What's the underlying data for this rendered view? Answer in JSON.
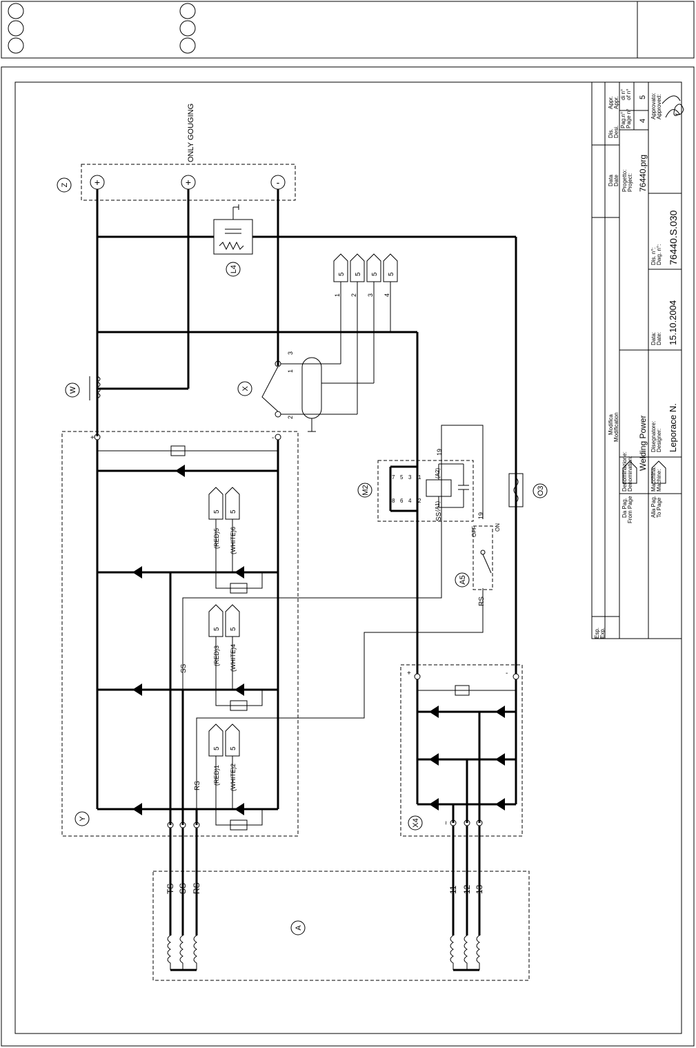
{
  "header": {
    "note": ""
  },
  "labels": {
    "only_gouging": "ONLY GOUGING",
    "z": "Z",
    "w": "W",
    "x": "X",
    "y": "Y",
    "l4": "L4",
    "m2": "M2",
    "a5": "A5",
    "o3": "O3",
    "x4": "X4",
    "a": "A",
    "plus": "+",
    "minus": "-",
    "plus_small": "+",
    "minus_small": "-",
    "x_term1": "1",
    "x_term2": "2",
    "x_term3": "3",
    "w1": "1",
    "w2": "2",
    "w3": "3",
    "w4": "4",
    "page_ref": "5",
    "red1": "(RED)1",
    "white2": "(WHITE)2",
    "red3": "(RED)3",
    "white4": "(WHITE)4",
    "red5": "(RED)5",
    "white6": "(WHITE)6",
    "ss": "SS",
    "rs": "RS",
    "ts": "TS",
    "t11": "11",
    "t12": "12",
    "t13": "13",
    "n19a": "19",
    "n19b": "19",
    "off": "OFF",
    "on": "ON",
    "m2_a1": "(A1)",
    "m2_a2": "(A2)",
    "m2_1": "1",
    "m2_2": "2",
    "m2_3": "3",
    "m2_4": "4",
    "m2_5": "5",
    "m2_6": "6",
    "m2_7": "7",
    "m2_8": "8",
    "tilde": "~"
  },
  "titleblock": {
    "modifica": "Modifica",
    "modification": "Modification",
    "data_it": "Data",
    "data_en": "Date",
    "dis_it": "Dis.",
    "dis_en": "Desi.",
    "appr_it": "Appr.",
    "appr_en": "Appr.",
    "esp_it": "Esp.",
    "esp_en": "Exp.",
    "da_pag_it": "Da Pag.",
    "da_pag_en": "From Page",
    "denominazione_it": "Denominazione:",
    "denominazione_en": "Denomination:",
    "denomination": "Welding Power",
    "progetto_it": "Progetto:",
    "progetto_en": "Project:",
    "project": "76440.prg",
    "pag_it": "Pag.n°",
    "pag_en": "Page n°",
    "page": "4",
    "di_it": "di n°",
    "di_en": "of n°",
    "of": "5",
    "alla_pag_it": "Alla Pag.",
    "alla_pag_en": "To Page",
    "macchina_it": "Macchina:",
    "macchina_en": "Machine:",
    "disegnatore_it": "Disegnatore:",
    "disegnatore_en": "Designer:",
    "designer": "Leporace N.",
    "data2_it": "Data:",
    "data2_en": "Date:",
    "date": "15.10.2004",
    "dis_n_it": "Dis. n°:",
    "dis_n_en": "Dwg. n°:",
    "dwg": "76440.S.030",
    "approvato_it": "Approvato:",
    "approvato_en": "Approved:"
  }
}
